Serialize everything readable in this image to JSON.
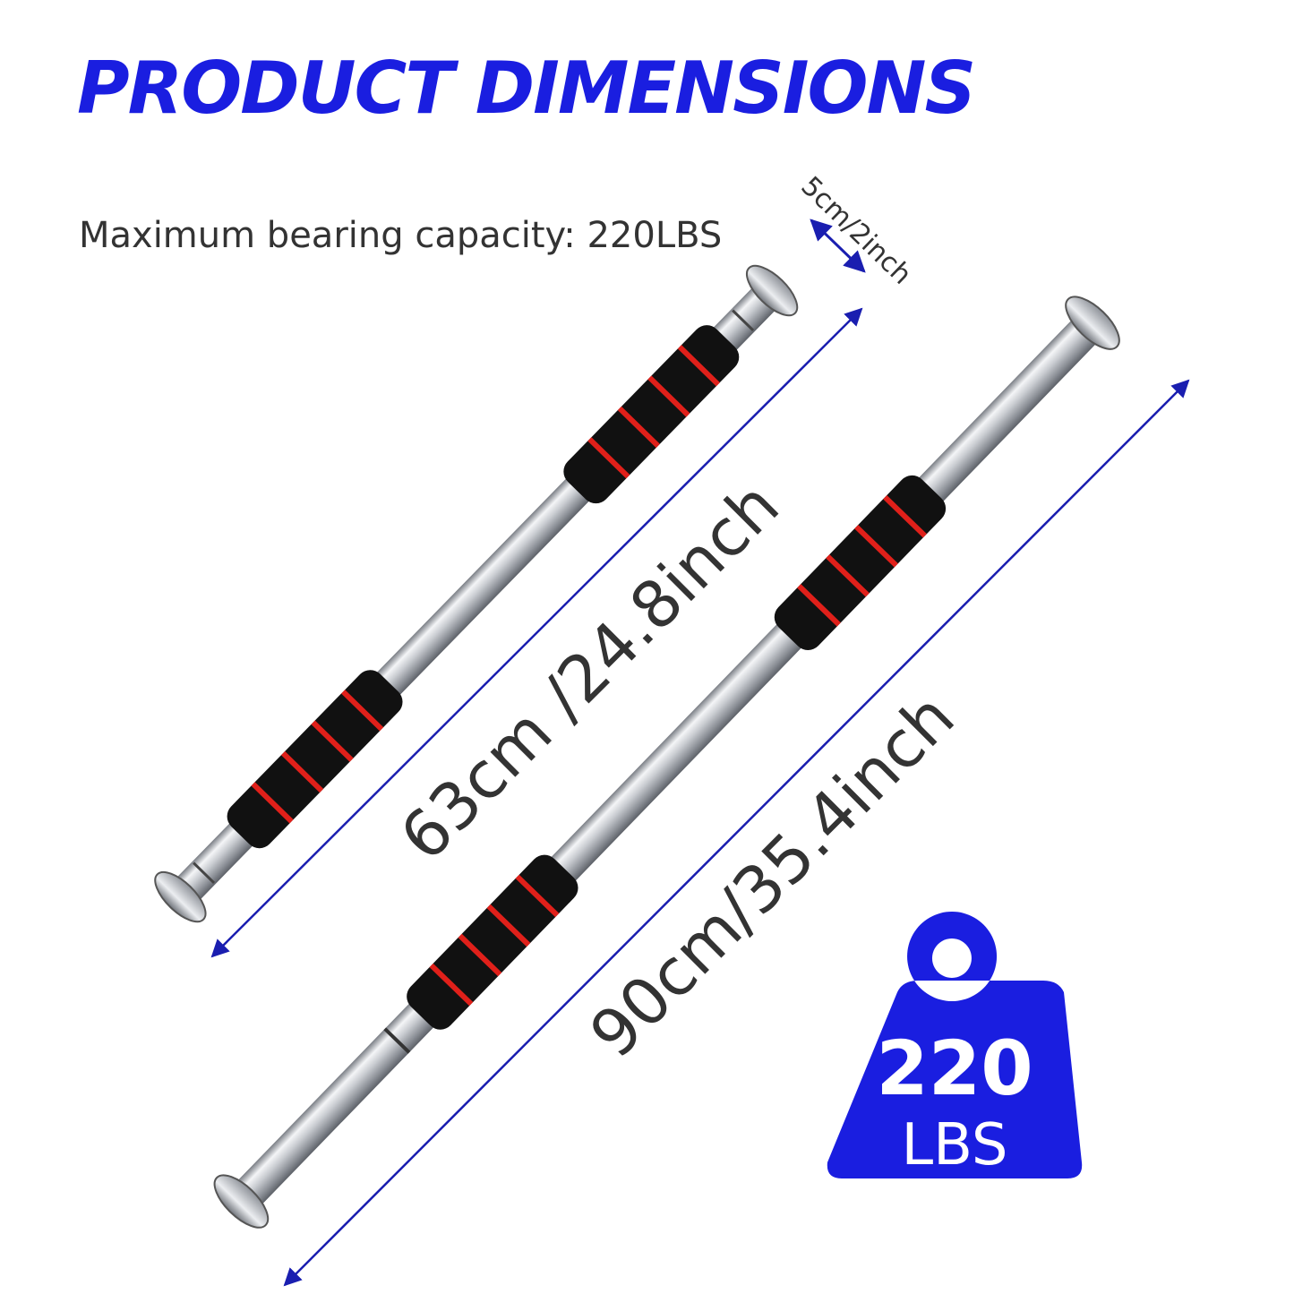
{
  "title": "PRODUCT DIMENSIONS",
  "capacity_text": "Maximum bearing capacity: 220LBS",
  "diameter_label": "5cm/2inch",
  "short_bar_label": "63cm /24.8inch",
  "long_bar_label": "90cm/35.4inch",
  "weight_badge": {
    "value": "220",
    "unit": "LBS"
  },
  "colors": {
    "title": "#1a1ee0",
    "dimension_line": "#1a1eb0",
    "badge": "#1a1ee0",
    "grip": "#111111",
    "grip_stripe": "#e0201a",
    "steel": "#c8cbd0"
  },
  "icons": [
    "weight-icon",
    "double-arrow-icon"
  ]
}
